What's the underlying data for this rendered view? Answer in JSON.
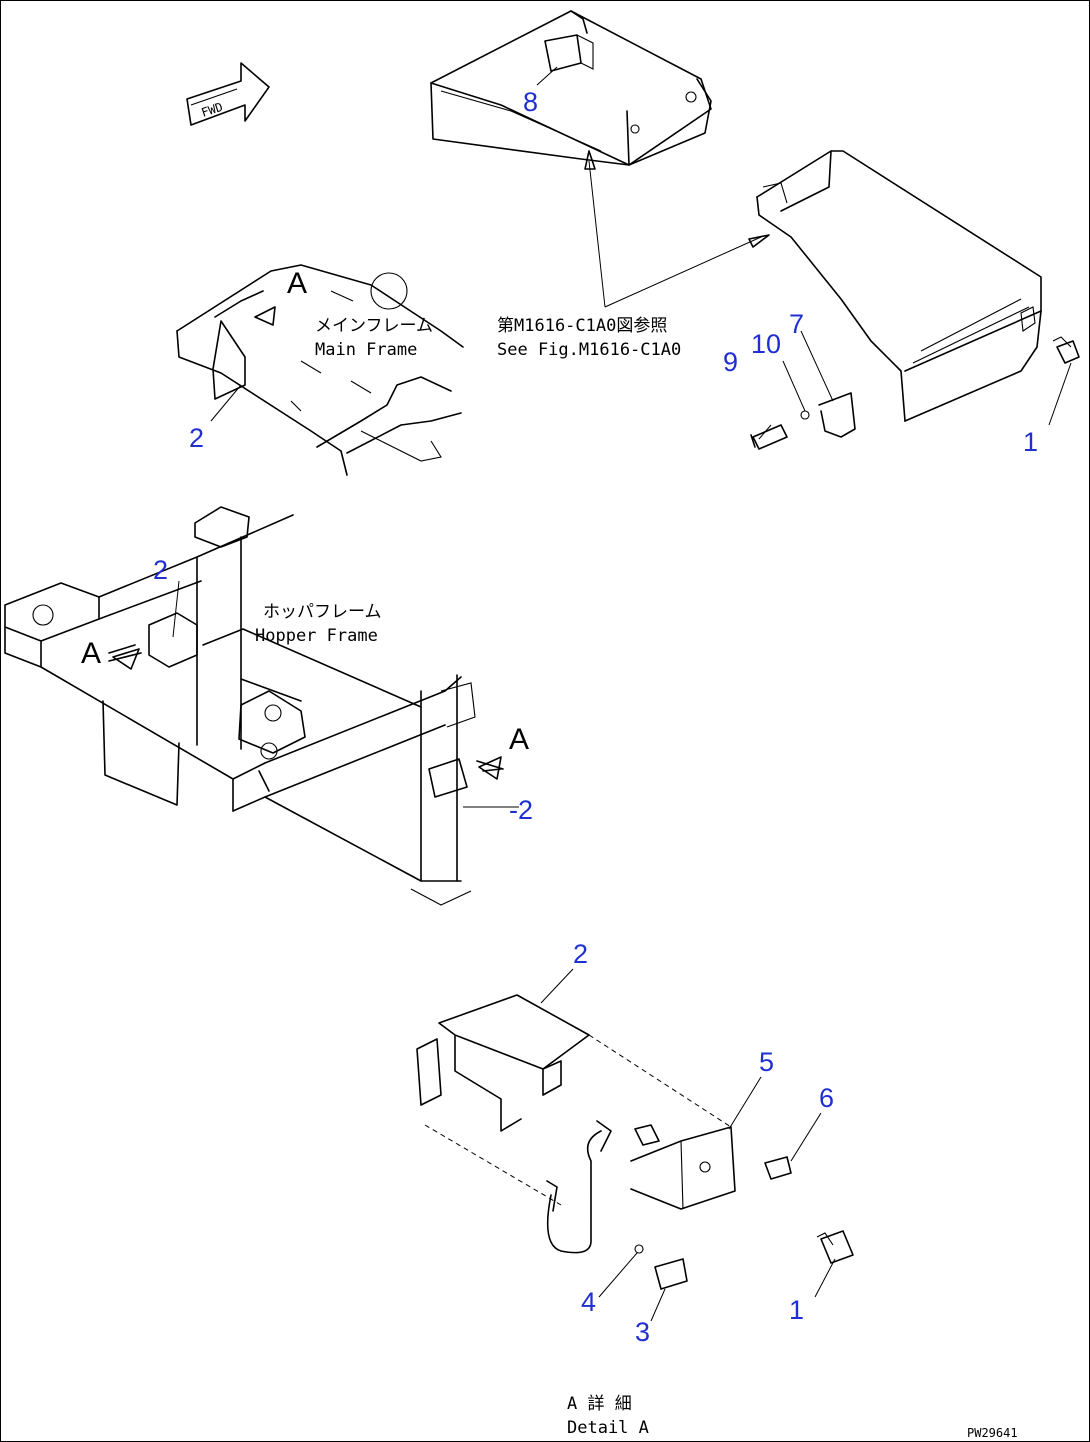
{
  "callouts": {
    "c1_top": "1",
    "c1_bottom": "1",
    "c2_main": "2",
    "c2_hopper_left": "2",
    "c2_hopper_right": "-2",
    "c2_detail": "2",
    "c3": "3",
    "c4": "4",
    "c5": "5",
    "c6": "6",
    "c7": "7",
    "c8": "8",
    "c9": "9",
    "c10": "10"
  },
  "labels": {
    "fwd": "FWD",
    "main_frame_jp": "メインフレーム",
    "main_frame_en": "Main Frame",
    "hopper_frame_jp": "ホッパフレーム",
    "hopper_frame_en": "Hopper Frame",
    "see_fig_jp": "第M1616-C1A0図参照",
    "see_fig_en": "See Fig.M1616-C1A0",
    "view_a1": "A",
    "view_a2": "A",
    "view_a3": "A",
    "detail_jp": "A 詳 細",
    "detail_en": "Detail A",
    "drawing_id": "PW29641"
  }
}
